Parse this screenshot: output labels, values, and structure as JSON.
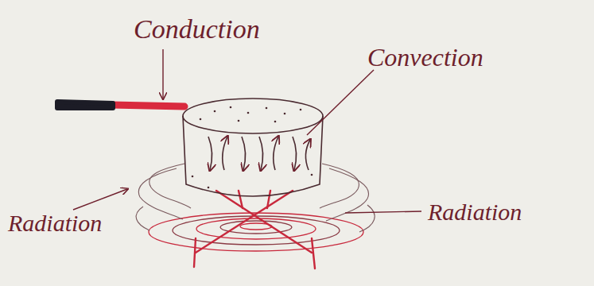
{
  "diagram": {
    "labels": [
      "Conduction",
      "Convection",
      "Radiation",
      "Radiation"
    ]
  }
}
